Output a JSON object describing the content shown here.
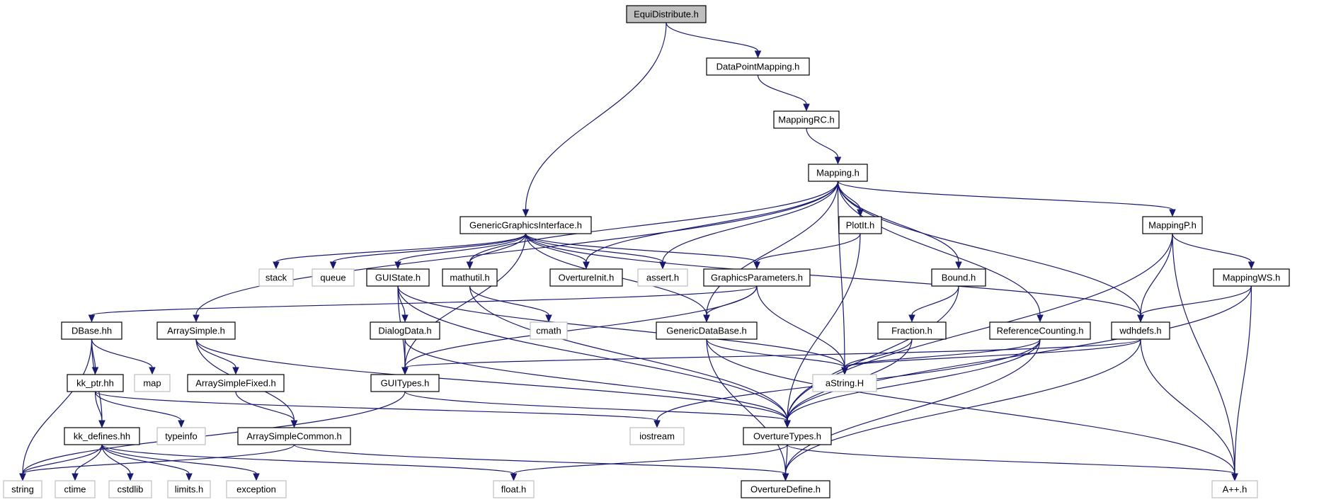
{
  "diagram": {
    "colors": {
      "edge": "#191970",
      "root_fill": "#bfbfbf",
      "node_border": "#000000",
      "external_border": "#bfbfbf",
      "background": "#ffffff"
    },
    "nodes": [
      {
        "id": "EquiDistribute",
        "label": "EquiDistribute.h",
        "kind": "root"
      },
      {
        "id": "DataPointMapping",
        "label": "DataPointMapping.h",
        "kind": "header"
      },
      {
        "id": "MappingRC",
        "label": "MappingRC.h",
        "kind": "header"
      },
      {
        "id": "Mapping",
        "label": "Mapping.h",
        "kind": "header"
      },
      {
        "id": "GenericGraphicsInterface",
        "label": "GenericGraphicsInterface.h",
        "kind": "header"
      },
      {
        "id": "PlotIt",
        "label": "PlotIt.h",
        "kind": "header"
      },
      {
        "id": "MappingP",
        "label": "MappingP.h",
        "kind": "header"
      },
      {
        "id": "stack",
        "label": "stack",
        "kind": "external"
      },
      {
        "id": "queue",
        "label": "queue",
        "kind": "external"
      },
      {
        "id": "GUIState",
        "label": "GUIState.h",
        "kind": "header"
      },
      {
        "id": "mathutil",
        "label": "mathutil.h",
        "kind": "header"
      },
      {
        "id": "OvertureInit",
        "label": "OvertureInit.h",
        "kind": "header"
      },
      {
        "id": "assert",
        "label": "assert.h",
        "kind": "external"
      },
      {
        "id": "GraphicsParameters",
        "label": "GraphicsParameters.h",
        "kind": "header"
      },
      {
        "id": "Bound",
        "label": "Bound.h",
        "kind": "header"
      },
      {
        "id": "MappingWS",
        "label": "MappingWS.h",
        "kind": "header"
      },
      {
        "id": "DBase",
        "label": "DBase.hh",
        "kind": "header"
      },
      {
        "id": "ArraySimple",
        "label": "ArraySimple.h",
        "kind": "header"
      },
      {
        "id": "DialogData",
        "label": "DialogData.h",
        "kind": "header"
      },
      {
        "id": "cmath",
        "label": "cmath",
        "kind": "external"
      },
      {
        "id": "GenericDataBase",
        "label": "GenericDataBase.h",
        "kind": "header"
      },
      {
        "id": "Fraction",
        "label": "Fraction.h",
        "kind": "header"
      },
      {
        "id": "ReferenceCounting",
        "label": "ReferenceCounting.h",
        "kind": "header"
      },
      {
        "id": "wdhdefs",
        "label": "wdhdefs.h",
        "kind": "header"
      },
      {
        "id": "map",
        "label": "map",
        "kind": "external"
      },
      {
        "id": "ArraySimpleFixed",
        "label": "ArraySimpleFixed.h",
        "kind": "header"
      },
      {
        "id": "kk_ptr",
        "label": "kk_ptr.hh",
        "kind": "header"
      },
      {
        "id": "GUITypes",
        "label": "GUITypes.h",
        "kind": "header"
      },
      {
        "id": "aString",
        "label": "aString.H",
        "kind": "external"
      },
      {
        "id": "typeinfo",
        "label": "typeinfo",
        "kind": "external"
      },
      {
        "id": "kk_defines",
        "label": "kk_defines.hh",
        "kind": "header"
      },
      {
        "id": "ArraySimpleCommon",
        "label": "ArraySimpleCommon.h",
        "kind": "header"
      },
      {
        "id": "iostream",
        "label": "iostream",
        "kind": "external"
      },
      {
        "id": "OvertureTypes",
        "label": "OvertureTypes.h",
        "kind": "header"
      },
      {
        "id": "string",
        "label": "string",
        "kind": "external"
      },
      {
        "id": "ctime",
        "label": "ctime",
        "kind": "external"
      },
      {
        "id": "cstdlib",
        "label": "cstdlib",
        "kind": "external"
      },
      {
        "id": "limits",
        "label": "limits.h",
        "kind": "external"
      },
      {
        "id": "exception",
        "label": "exception",
        "kind": "external"
      },
      {
        "id": "float",
        "label": "float.h",
        "kind": "external"
      },
      {
        "id": "OvertureDefine",
        "label": "OvertureDefine.h",
        "kind": "header"
      },
      {
        "id": "Aplusplus",
        "label": "A++.h",
        "kind": "external"
      }
    ],
    "edges": [
      [
        "EquiDistribute",
        "DataPointMapping"
      ],
      [
        "EquiDistribute",
        "GenericGraphicsInterface"
      ],
      [
        "DataPointMapping",
        "MappingRC"
      ],
      [
        "MappingRC",
        "Mapping"
      ],
      [
        "Mapping",
        "ArraySimple"
      ],
      [
        "Mapping",
        "mathutil"
      ],
      [
        "Mapping",
        "OvertureInit"
      ],
      [
        "Mapping",
        "assert"
      ],
      [
        "Mapping",
        "PlotIt"
      ],
      [
        "Mapping",
        "GenericDataBase"
      ],
      [
        "Mapping",
        "aString"
      ],
      [
        "Mapping",
        "Bound"
      ],
      [
        "Mapping",
        "ReferenceCounting"
      ],
      [
        "Mapping",
        "wdhdefs"
      ],
      [
        "Mapping",
        "MappingP"
      ],
      [
        "GenericGraphicsInterface",
        "GUITypes"
      ],
      [
        "GenericGraphicsInterface",
        "stack"
      ],
      [
        "GenericGraphicsInterface",
        "queue"
      ],
      [
        "GenericGraphicsInterface",
        "GUIState"
      ],
      [
        "GenericGraphicsInterface",
        "mathutil"
      ],
      [
        "GenericGraphicsInterface",
        "OvertureInit"
      ],
      [
        "GenericGraphicsInterface",
        "assert"
      ],
      [
        "GenericGraphicsInterface",
        "GraphicsParameters"
      ],
      [
        "GenericGraphicsInterface",
        "GenericDataBase"
      ],
      [
        "GenericGraphicsInterface",
        "wdhdefs"
      ],
      [
        "PlotIt",
        "GraphicsParameters"
      ],
      [
        "PlotIt",
        "OvertureTypes"
      ],
      [
        "MappingP",
        "wdhdefs"
      ],
      [
        "MappingP",
        "MappingWS"
      ],
      [
        "MappingP",
        "OvertureTypes"
      ],
      [
        "MappingP",
        "Aplusplus"
      ],
      [
        "MappingWS",
        "wdhdefs"
      ],
      [
        "MappingWS",
        "OvertureTypes"
      ],
      [
        "MappingWS",
        "Aplusplus"
      ],
      [
        "GUIState",
        "GUITypes"
      ],
      [
        "GUIState",
        "DialogData"
      ],
      [
        "GUIState",
        "aString"
      ],
      [
        "GUIState",
        "OvertureTypes"
      ],
      [
        "mathutil",
        "cmath"
      ],
      [
        "mathutil",
        "OvertureTypes"
      ],
      [
        "GraphicsParameters",
        "DBase"
      ],
      [
        "GraphicsParameters",
        "GUITypes"
      ],
      [
        "GraphicsParameters",
        "GenericDataBase"
      ],
      [
        "GraphicsParameters",
        "aString"
      ],
      [
        "Bound",
        "Fraction"
      ],
      [
        "Bound",
        "OvertureTypes"
      ],
      [
        "Fraction",
        "aString"
      ],
      [
        "Fraction",
        "OvertureTypes"
      ],
      [
        "GenericDataBase",
        "aString"
      ],
      [
        "GenericDataBase",
        "OvertureDefine"
      ],
      [
        "GenericDataBase",
        "Aplusplus"
      ],
      [
        "ReferenceCounting",
        "aString"
      ],
      [
        "ReferenceCounting",
        "iostream"
      ],
      [
        "ReferenceCounting",
        "OvertureTypes"
      ],
      [
        "ReferenceCounting",
        "OvertureDefine"
      ],
      [
        "wdhdefs",
        "GUITypes"
      ],
      [
        "wdhdefs",
        "aString"
      ],
      [
        "wdhdefs",
        "OvertureDefine"
      ],
      [
        "wdhdefs",
        "Aplusplus"
      ],
      [
        "DialogData",
        "GUITypes"
      ],
      [
        "DialogData",
        "OvertureTypes"
      ],
      [
        "DBase",
        "kk_ptr"
      ],
      [
        "DBase",
        "map"
      ],
      [
        "DBase",
        "kk_defines"
      ],
      [
        "DBase",
        "string"
      ],
      [
        "ArraySimple",
        "ArraySimpleFixed"
      ],
      [
        "ArraySimple",
        "ArraySimpleCommon"
      ],
      [
        "ArraySimple",
        "OvertureTypes"
      ],
      [
        "ArraySimpleFixed",
        "ArraySimpleCommon"
      ],
      [
        "kk_ptr",
        "kk_defines"
      ],
      [
        "kk_ptr",
        "typeinfo"
      ],
      [
        "kk_ptr",
        "iostream"
      ],
      [
        "GUITypes",
        "string"
      ],
      [
        "GUITypes",
        "OvertureTypes"
      ],
      [
        "ArraySimpleCommon",
        "string"
      ],
      [
        "ArraySimpleCommon",
        "OvertureDefine"
      ],
      [
        "kk_defines",
        "string"
      ],
      [
        "kk_defines",
        "ctime"
      ],
      [
        "kk_defines",
        "cstdlib"
      ],
      [
        "kk_defines",
        "limits"
      ],
      [
        "kk_defines",
        "exception"
      ],
      [
        "kk_defines",
        "float"
      ],
      [
        "OvertureTypes",
        "float"
      ],
      [
        "OvertureTypes",
        "OvertureDefine"
      ],
      [
        "OvertureTypes",
        "Aplusplus"
      ]
    ]
  }
}
